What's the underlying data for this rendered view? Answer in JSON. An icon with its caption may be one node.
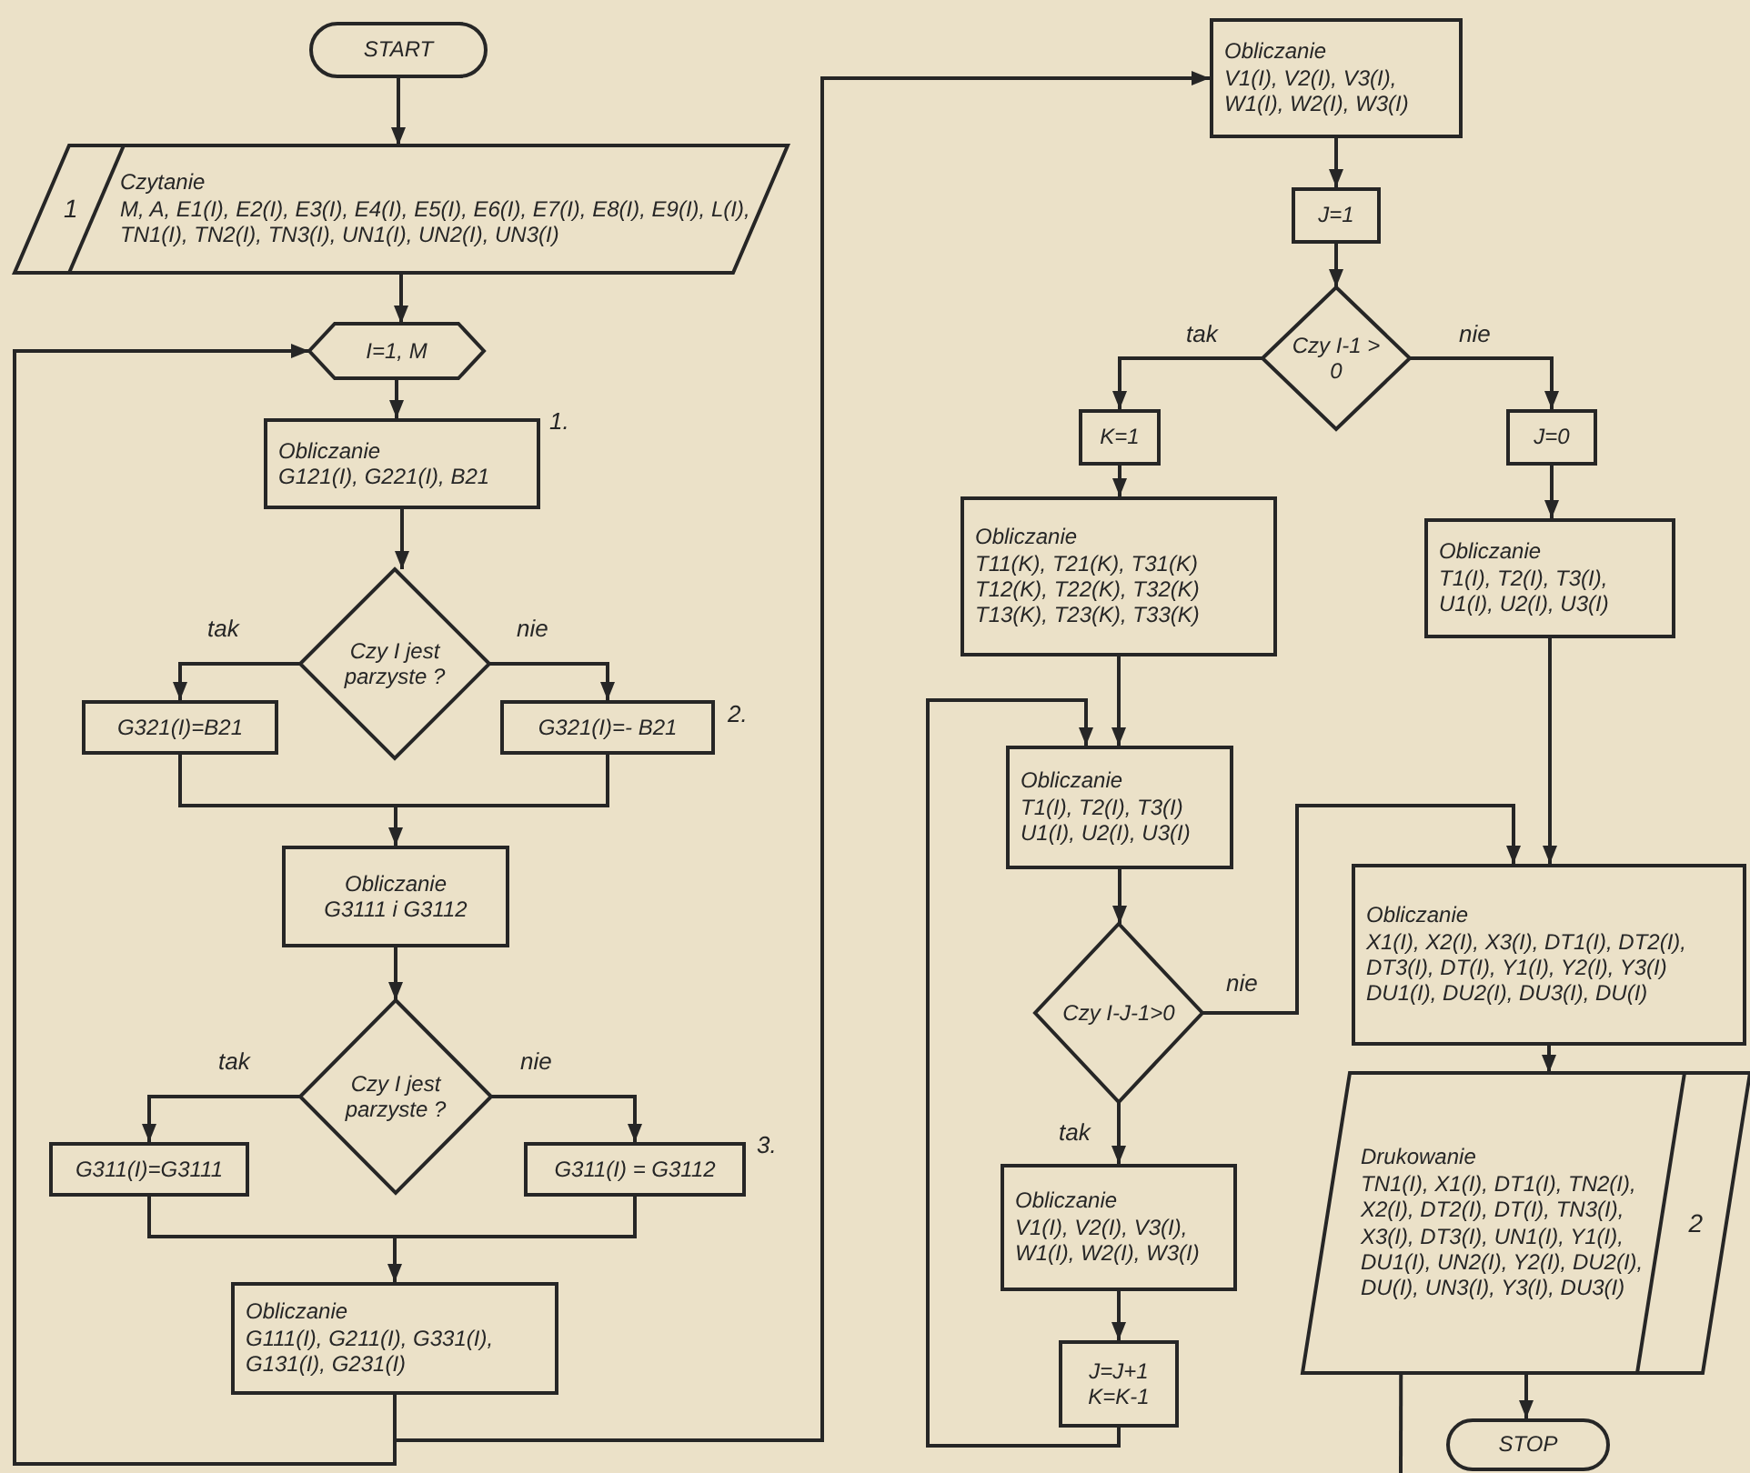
{
  "diagram": {
    "nodes": [
      {
        "text": [
          "START"
        ]
      },
      {
        "text": [
          "1",
          "Czytanie",
          "M, A, E1(I), E2(I), E3(I), E4(I), E5(I), E6(I), E7(I), E8(I), E9(I), L(I), TN1(I), TN2(I), TN3(I), UN1(I), UN2(I), UN3(I)"
        ]
      },
      {
        "text": [
          "I=1, M"
        ]
      },
      {
        "text": [
          "Obliczanie",
          "G121(I), G221(I), B21"
        ],
        "beside": [
          "1."
        ]
      },
      {
        "text": [
          "Czy I jest parzyste ?"
        ]
      },
      {
        "text": [
          "G321(I)=B21"
        ]
      },
      {
        "text": [
          "G321(I)=- B21"
        ],
        "beside": [
          "2."
        ]
      },
      {
        "text": [
          "Obliczanie",
          "G3111 i G3112"
        ]
      },
      {
        "text": [
          "Czy I jest parzyste ?"
        ]
      },
      {
        "text": [
          "G311(I)=G3111"
        ]
      },
      {
        "text": [
          "G311(I) = G3112"
        ],
        "beside": [
          "3."
        ]
      },
      {
        "text": [
          "Obliczanie",
          "G111(I), G211(I), G331(I), G131(I), G231(I)"
        ]
      },
      {
        "text": [
          "Obliczanie",
          "V1(I), V2(I), V3(I), W1(I), W2(I), W3(I)"
        ]
      },
      {
        "text": [
          "J=1"
        ]
      },
      {
        "text": [
          "Czy I-1 > 0"
        ]
      },
      {
        "text": [
          "K=1"
        ]
      },
      {
        "text": [
          "J=0"
        ]
      },
      {
        "text": [
          "Obliczanie",
          "T11(K), T21(K), T31(K) T12(K), T22(K), T32(K) T13(K), T23(K), T33(K)"
        ]
      },
      {
        "text": [
          "Obliczanie",
          "T1(I), T2(I), T3(I), U1(I), U2(I), U3(I)"
        ]
      },
      {
        "text": [
          "Obliczanie",
          "T1(I), T2(I), T3(I) U1(I), U2(I), U3(I)"
        ]
      },
      {
        "text": [
          "Czy I-J-1>0"
        ]
      },
      {
        "text": [
          "Obliczanie",
          "V1(I), V2(I), V3(I), W1(I), W2(I), W3(I)"
        ]
      },
      {
        "text": [
          "J=J+1 K=K-1"
        ]
      },
      {
        "text": [
          "Obliczanie",
          "X1(I), X2(I), X3(I), DT1(I), DT2(I), DT3(I), DT(I), Y1(I), Y2(I), Y3(I) DU1(I), DU2(I), DU3(I), DU(I)"
        ]
      },
      {
        "text": [
          "Drukowanie",
          "TN1(I), X1(I), DT1(I), TN2(I), X2(I), DT2(I), DT(I), TN3(I), X3(I), DT3(I), UN1(I), Y1(I), DU1(I), UN2(I), Y2(I), DU2(I), DU(I), UN3(I), Y3(I), DU3(I)",
          "2"
        ]
      },
      {
        "text": [
          "STOP"
        ]
      }
    ],
    "edges": [
      {
        "from": 0,
        "to": 1,
        "arrow": "to"
      },
      {
        "from": 1,
        "to": 2,
        "arrow": "to"
      },
      {
        "from": 2,
        "to": 3,
        "arrow": "to"
      },
      {
        "from": 3,
        "to": 4,
        "arrow": "to"
      },
      {
        "from": 4,
        "to": 5,
        "arrow": "to",
        "label": "tak"
      },
      {
        "from": 4,
        "to": 6,
        "arrow": "to",
        "label": "nie"
      },
      {
        "from": 5,
        "to": 7,
        "arrow": "none"
      },
      {
        "from": 6,
        "to": 7,
        "arrow": "to"
      },
      {
        "from": 7,
        "to": 8,
        "arrow": "to"
      },
      {
        "from": 8,
        "to": 9,
        "arrow": "to",
        "label": "tak"
      },
      {
        "from": 8,
        "to": 10,
        "arrow": "to",
        "label": "nie"
      },
      {
        "from": 9,
        "to": 11,
        "arrow": "none"
      },
      {
        "from": 10,
        "to": 11,
        "arrow": "to"
      },
      {
        "from": 11,
        "to": 12,
        "arrow": "to"
      },
      {
        "from": 11,
        "to": 2,
        "arrow": "to"
      },
      {
        "from": 12,
        "to": 13,
        "arrow": "to"
      },
      {
        "from": 13,
        "to": 14,
        "arrow": "to"
      },
      {
        "from": 14,
        "to": 15,
        "arrow": "to",
        "label": "tak"
      },
      {
        "from": 14,
        "to": 16,
        "arrow": "to",
        "label": "nie"
      },
      {
        "from": 15,
        "to": 17,
        "arrow": "to"
      },
      {
        "from": 16,
        "to": 18,
        "arrow": "to"
      },
      {
        "from": 17,
        "to": 19,
        "arrow": "to"
      },
      {
        "from": 18,
        "to": 23,
        "arrow": "to"
      },
      {
        "from": 19,
        "to": 20,
        "arrow": "to"
      },
      {
        "from": 20,
        "to": 21,
        "arrow": "to",
        "label": "tak"
      },
      {
        "from": 20,
        "to": 23,
        "arrow": "to",
        "label": "nie"
      },
      {
        "from": 21,
        "to": 22,
        "arrow": "to"
      },
      {
        "from": 22,
        "to": 19,
        "arrow": "to"
      },
      {
        "from": 23,
        "to": 24,
        "arrow": "to"
      },
      {
        "from": 24,
        "to": 25,
        "arrow": "to"
      },
      {
        "from": 24,
        "to": null,
        "arrow": "none"
      }
    ]
  }
}
